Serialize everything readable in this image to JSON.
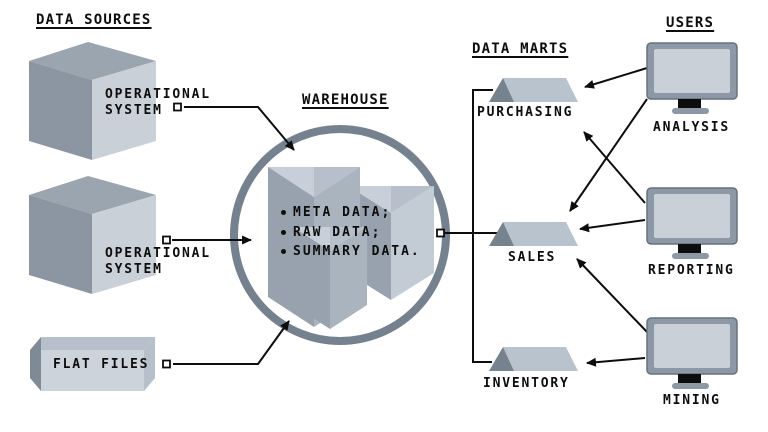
{
  "palette": {
    "line": "#0d0d0d",
    "ring": "#75818e",
    "shape_dark": "#8b96a2",
    "shape_mid": "#9aa5b0",
    "shape_light": "#c9d0d8",
    "mart_dark": "#76828e",
    "mart_light": "#b9c3cd",
    "monitor_frame": "#8c98a5",
    "monitor_screen": "#c9d0d8",
    "monitor_stand": "#0d0d0d"
  },
  "data_sources": {
    "title": "DATA SOURCES",
    "operational_system_1": "OPERATIONAL SYSTEM",
    "operational_system_2": "OPERATIONAL SYSTEM",
    "flat_files": "FLAT FILES"
  },
  "warehouse": {
    "title": "WAREHOUSE",
    "contents": [
      "META DATA;",
      "RAW DATA;",
      "SUMMARY DATA."
    ]
  },
  "data_marts": {
    "title": "DATA MARTS",
    "purchasing": "PURCHASING",
    "sales": "SALES",
    "inventory": "INVENTORY"
  },
  "users": {
    "title": "USERS",
    "analysis": "ANALYSIS",
    "reporting": "REPORTING",
    "mining": "MINING"
  }
}
